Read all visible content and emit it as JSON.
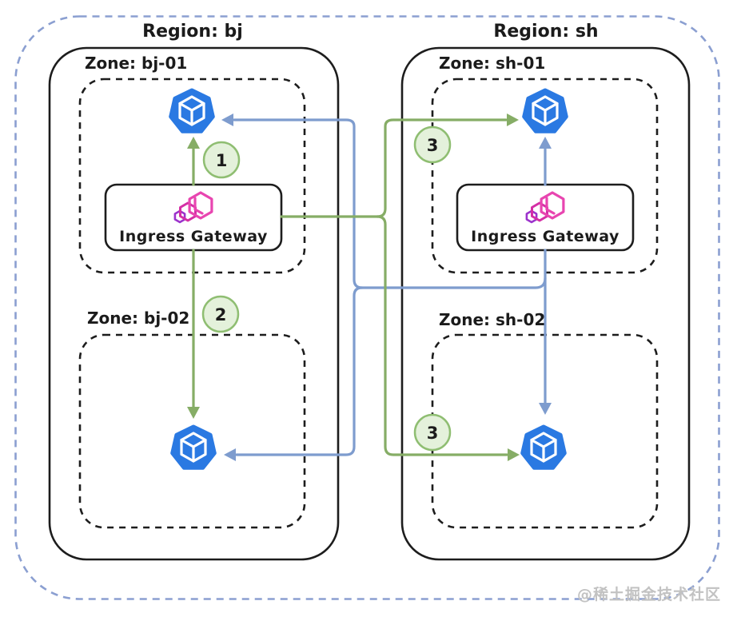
{
  "colors": {
    "outer_border": "#8b9fd1",
    "box_border": "#1d1d1d",
    "green": "#86ad66",
    "blue": "#7e9cce",
    "badge_fill": "#e4f1db",
    "badge_border": "#8fbe72",
    "cube_blue": "#2a79e2",
    "icon_pink": "#e845b0",
    "icon_magenta": "#d42fa5",
    "icon_purple": "#9c33cc",
    "watermark_gray": "#c2c2c2"
  },
  "regions": [
    {
      "label": "Region: bj",
      "gateway_label": "Ingress Gateway",
      "zones": [
        {
          "label": "Zone: bj-01"
        },
        {
          "label": "Zone: bj-02"
        }
      ]
    },
    {
      "label": "Region: sh",
      "gateway_label": "Ingress Gateway",
      "zones": [
        {
          "label": "Zone: sh-01"
        },
        {
          "label": "Zone: sh-02"
        }
      ]
    }
  ],
  "badges": [
    {
      "number": "1"
    },
    {
      "number": "2"
    },
    {
      "number": "3"
    },
    {
      "number": "3"
    }
  ],
  "watermark": "@稀土掘金技术社区"
}
